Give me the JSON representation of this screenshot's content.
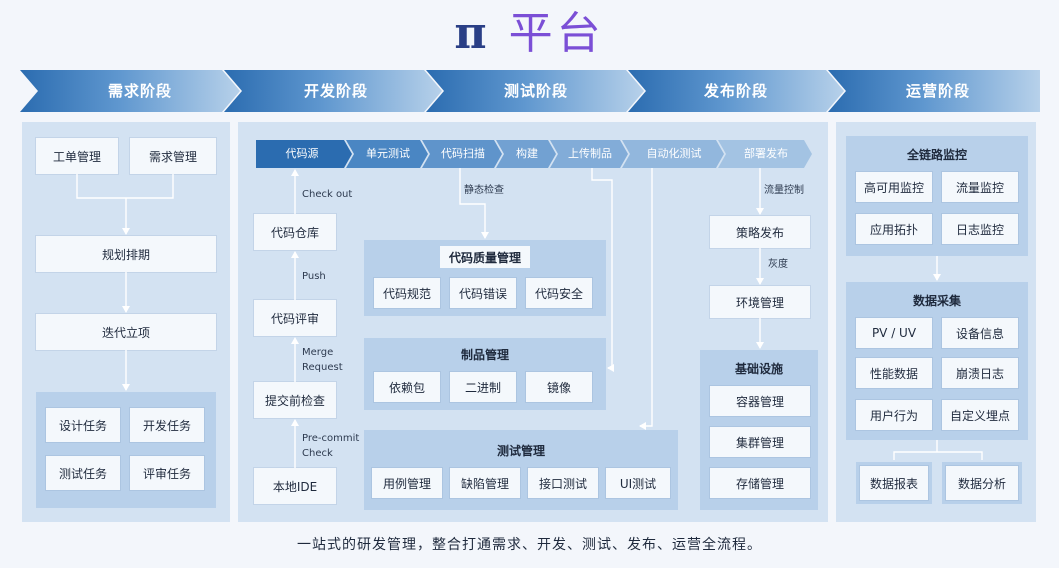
{
  "title": {
    "pi": "π",
    "rest": "平台"
  },
  "stages": [
    "需求阶段",
    "开发阶段",
    "测试阶段",
    "发布阶段",
    "运营阶段"
  ],
  "requirements": {
    "work_order": "工单管理",
    "req_mgmt": "需求管理",
    "planning": "规划排期",
    "iteration": "迭代立项",
    "tasks": [
      "设计任务",
      "开发任务",
      "测试任务",
      "评审任务"
    ]
  },
  "pipeline": [
    "代码源",
    "单元测试",
    "代码扫描",
    "构建",
    "上传制品",
    "自动化测试",
    "部署发布"
  ],
  "dev": {
    "code_repo": "代码仓库",
    "code_review": "代码评审",
    "precommit": "提交前检查",
    "local_ide": "本地IDE",
    "checkout": "Check out",
    "push": "Push",
    "merge_request": [
      "Merge",
      "Request"
    ],
    "precommit_check": [
      "Pre-commit",
      "Check"
    ],
    "static_check": "静态检查"
  },
  "quality": {
    "title": "代码质量管理",
    "items": [
      "代码规范",
      "代码错误",
      "代码安全"
    ]
  },
  "artifact": {
    "title": "制品管理",
    "items": [
      "依赖包",
      "二进制",
      "镜像"
    ]
  },
  "test_mgmt": {
    "title": "测试管理",
    "items": [
      "用例管理",
      "缺陷管理",
      "接口测试",
      "UI测试"
    ]
  },
  "release": {
    "traffic_control": "流量控制",
    "strategy": "策略发布",
    "gray": "灰度",
    "env_mgmt": "环境管理",
    "infra_title": "基础设施",
    "infra_items": [
      "容器管理",
      "集群管理",
      "存储管理"
    ]
  },
  "ops": {
    "monitor_title": "全链路监控",
    "monitor_items": [
      "高可用监控",
      "流量监控",
      "应用拓扑",
      "日志监控"
    ],
    "collect_title": "数据采集",
    "collect_items": [
      "PV / UV",
      "设备信息",
      "性能数据",
      "崩溃日志",
      "用户行为",
      "自定义埋点"
    ],
    "report": "数据报表",
    "analysis": "数据分析"
  },
  "footer": "一站式的研发管理，整合打通需求、开发、测试、发布、运营全流程。",
  "colors": {
    "stage_dark": "#2b6cb0",
    "stage_light": "#a9c7e6",
    "panel": "#d3e2f2",
    "subpanel": "#b8d0ea",
    "box": "#f4f8fc",
    "title_pi": "#2a3f86",
    "title_rest": "#7b4fd6"
  }
}
